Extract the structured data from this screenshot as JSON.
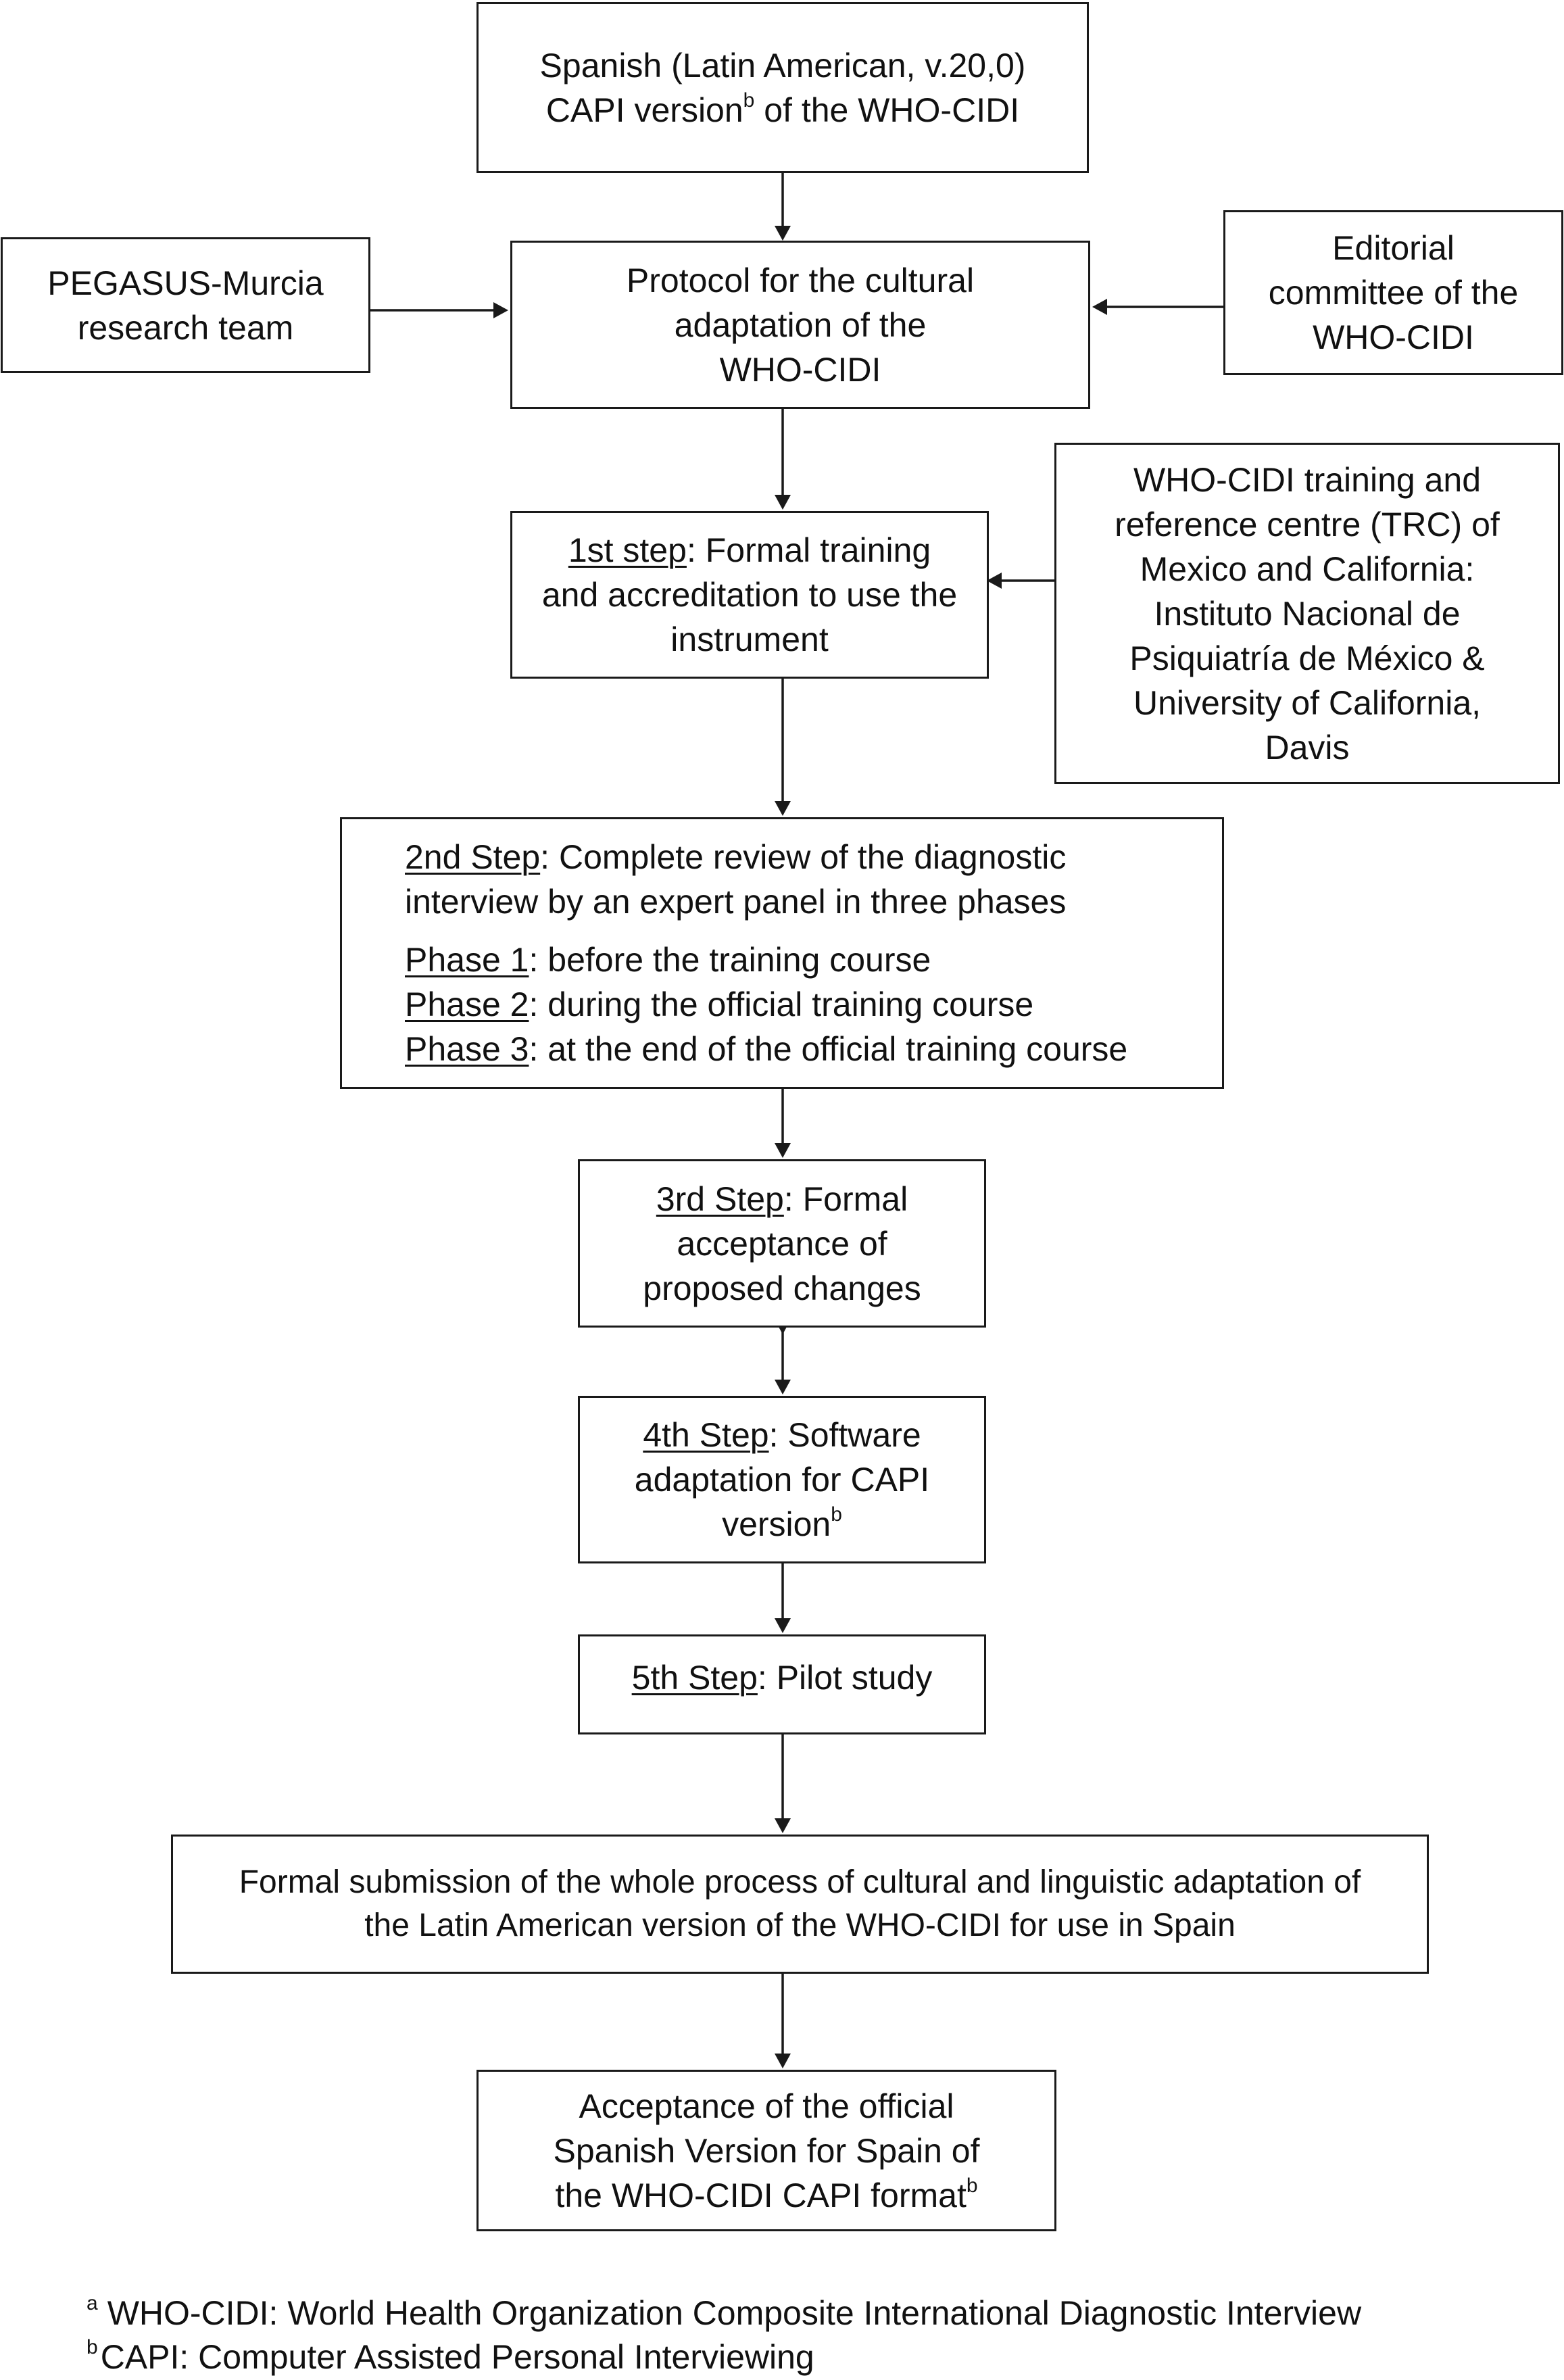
{
  "nodes": {
    "source": {
      "line1": "Spanish (Latin American, v.20,0)",
      "line2_pre": "CAPI version",
      "line2_sup": "b",
      "line2_post": " of the WHO-CIDI"
    },
    "pegasus": {
      "line1": "PEGASUS-Murcia",
      "line2": "research team"
    },
    "protocol": {
      "line1": "Protocol for the cultural",
      "line2": "adaptation of the",
      "line3": "WHO-CIDI"
    },
    "editorial": {
      "line1": "Editorial",
      "line2": "committee of the",
      "line3": "WHO-CIDI"
    },
    "step1": {
      "label": "1st step",
      "line1_rest": ": Formal training",
      "line2": "and accreditation to use the",
      "line3": "instrument"
    },
    "trc": {
      "line1": "WHO-CIDI training and",
      "line2": "reference centre (TRC) of",
      "line3": "Mexico and California:",
      "line4": "Instituto Nacional de",
      "line5": "Psiquiatría de México &",
      "line6": "University of California,",
      "line7": "Davis"
    },
    "step2": {
      "label": "2nd Step",
      "line1_rest": ": Complete review of the diagnostic",
      "line2": "interview by an expert panel in three phases",
      "phases": [
        {
          "label": "Phase 1",
          "text": ": before the training course"
        },
        {
          "label": "Phase 2",
          "text": ": during the official training course"
        },
        {
          "label": "Phase 3",
          "text": ": at the end of the official training course"
        }
      ]
    },
    "step3": {
      "label": "3rd Step",
      "line1_rest": ": Formal",
      "line2": "acceptance of",
      "line3": "proposed changes"
    },
    "step4": {
      "label": "4th Step",
      "line1_rest": ": Software",
      "line2": "adaptation for CAPI",
      "line3_pre": "version",
      "line3_sup": "b"
    },
    "step5": {
      "label": "5th Step",
      "line1_rest": ": Pilot study"
    },
    "submission": {
      "line1": "Formal submission of the whole process of cultural and linguistic adaptation of",
      "line2": "the Latin American version of the WHO-CIDI for use in Spain"
    },
    "acceptance": {
      "line1": "Acceptance of the official",
      "line2": "Spanish Version for Spain of",
      "line3_pre": "the WHO-CIDI CAPI format",
      "line3_sup": "b"
    }
  },
  "footnotes": [
    {
      "mark": "a",
      "text": "WHO-CIDI: World Health Organization Composite International Diagnostic Interview"
    },
    {
      "mark": "b",
      "text": "CAPI: Computer Assisted Personal Interviewing"
    }
  ]
}
